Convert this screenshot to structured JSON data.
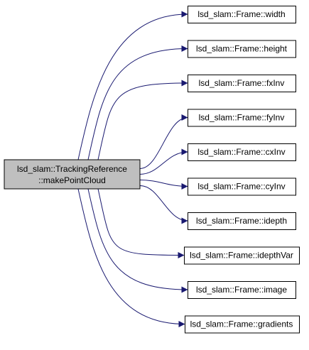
{
  "colors": {
    "source_fill": "#bfbfbf",
    "node_fill": "#ffffff",
    "border": "#000000",
    "edge": "#191970"
  },
  "source": {
    "line1": "lsd_slam::TrackingReference",
    "line2": "::makePointCloud"
  },
  "callees": [
    {
      "label": "lsd_slam::Frame::width"
    },
    {
      "label": "lsd_slam::Frame::height"
    },
    {
      "label": "lsd_slam::Frame::fxInv"
    },
    {
      "label": "lsd_slam::Frame::fyInv"
    },
    {
      "label": "lsd_slam::Frame::cxInv"
    },
    {
      "label": "lsd_slam::Frame::cyInv"
    },
    {
      "label": "lsd_slam::Frame::idepth"
    },
    {
      "label": "lsd_slam::Frame::idepthVar"
    },
    {
      "label": "lsd_slam::Frame::image"
    },
    {
      "label": "lsd_slam::Frame::gradients"
    }
  ]
}
